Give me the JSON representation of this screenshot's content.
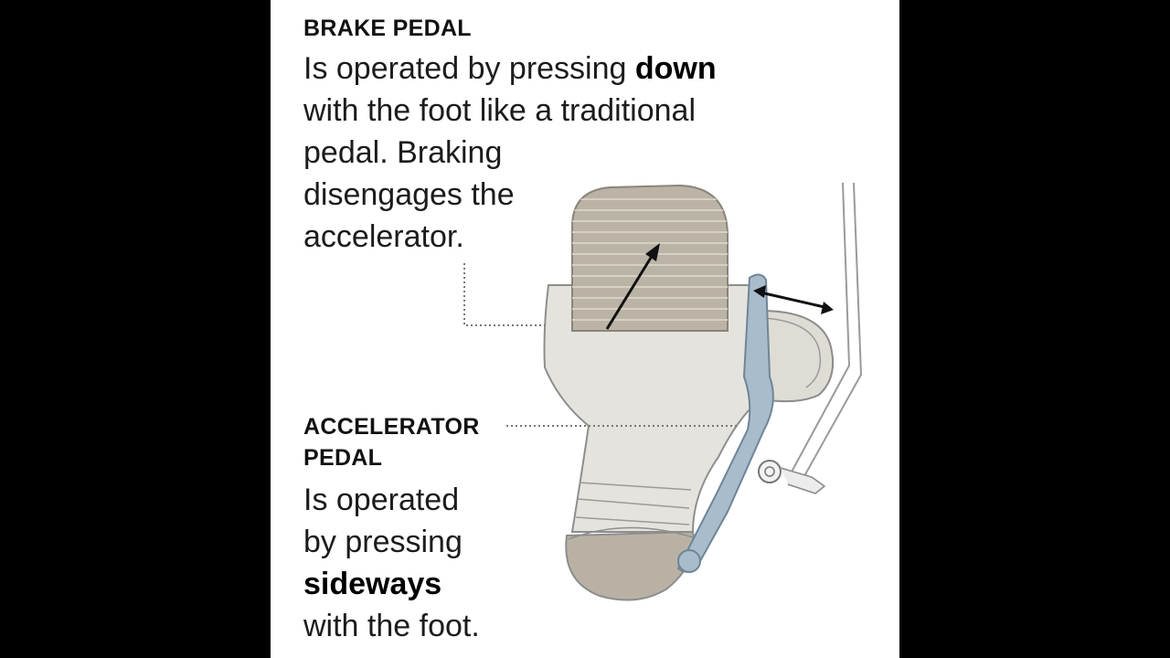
{
  "brake": {
    "heading": "BRAKE PEDAL",
    "lines": [
      {
        "pre": "Is operated by pressing ",
        "bold": "down",
        "post": ""
      },
      {
        "pre": "with the foot like a traditional",
        "bold": "",
        "post": ""
      },
      {
        "pre": "pedal. Braking",
        "bold": "",
        "post": ""
      },
      {
        "pre": "disengages the",
        "bold": "",
        "post": ""
      },
      {
        "pre": "accelerator.",
        "bold": "",
        "post": ""
      }
    ]
  },
  "accelerator": {
    "heading_line1": "ACCELERATOR",
    "heading_line2": "PEDAL",
    "lines": [
      {
        "pre": "Is operated",
        "bold": "",
        "post": ""
      },
      {
        "pre": "by pressing",
        "bold": "",
        "post": ""
      },
      {
        "pre": "",
        "bold": "sideways",
        "post": ""
      },
      {
        "pre": "with the foot.",
        "bold": "",
        "post": ""
      }
    ]
  },
  "colors": {
    "background": "#000000",
    "panel": "#ffffff",
    "brake_pad": "#b9b2a4",
    "foot": "#e4e2dc",
    "accelerator_lever": "#a9bccb"
  }
}
